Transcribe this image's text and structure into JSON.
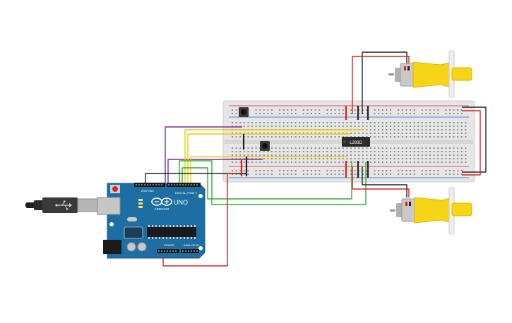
{
  "arduino": {
    "brand": "ARDUINO",
    "model": "UNO",
    "digital_header_label": "DIGITAL (PWM~)",
    "power_label": "POWER",
    "analog_label": "ANALOG IN",
    "aref_label": "AREF",
    "gnd_label": "GND"
  },
  "driver_chip": {
    "label": "L293D"
  },
  "colors": {
    "wire_red": "#e02020",
    "wire_black": "#222222",
    "wire_yellow": "#f2cc00",
    "wire_purple": "#7a2ea0",
    "wire_green": "#2fae2f",
    "board_blue": "#1d6fa3",
    "breadboard": "#e4e4e4",
    "motor_yellow": "#f6d516"
  },
  "icons": [
    "usb-plug-icon",
    "arduino-infinity-logo-icon"
  ]
}
